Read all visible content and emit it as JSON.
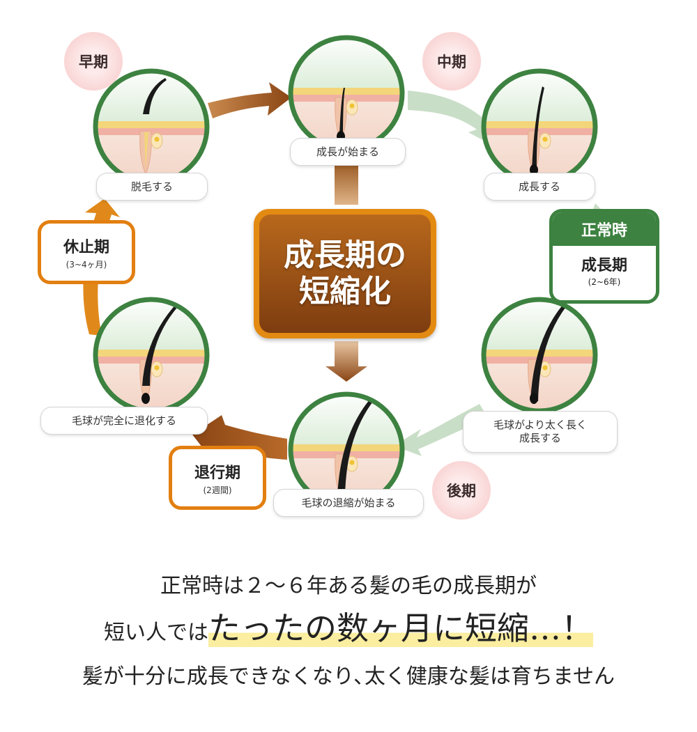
{
  "center_title": [
    "成長期の",
    "短縮化"
  ],
  "phase_badges": {
    "early": "早期",
    "middle": "中期",
    "late": "後期"
  },
  "circles": [
    {
      "id": "c1",
      "caption": "成長が始まる"
    },
    {
      "id": "c2",
      "caption": "成長する"
    },
    {
      "id": "c3",
      "caption": [
        "毛球がより太く長く",
        "成長する"
      ]
    },
    {
      "id": "c4",
      "caption": "毛球の退縮が始まる"
    },
    {
      "id": "c5",
      "caption": "毛球が完全に退化する"
    },
    {
      "id": "c6",
      "caption": "脱毛する"
    }
  ],
  "stages": {
    "rest": {
      "name": "休止期",
      "duration": "(3~4ヶ月)"
    },
    "regress": {
      "name": "退行期",
      "duration": "(2週間)"
    },
    "growth_normal": {
      "header": "正常時",
      "name": "成長期",
      "duration": "(2~6年)"
    }
  },
  "bottom_text": {
    "line1": "正常時は２～６年ある髪の毛の成長期が",
    "line2_prefix": "短い人では",
    "line2_emphasis": "たったの数ヶ月に短縮…！",
    "line3": "髪が十分に成長できなくなり､太く健康な髪は育ちません"
  },
  "colors": {
    "circle_border": "#3d8240",
    "accent_orange": "#e27f10",
    "arrow_brown": "#8a4514",
    "arrow_green_light": "#c9dec7",
    "badge_pink": "#f7c6c6"
  }
}
